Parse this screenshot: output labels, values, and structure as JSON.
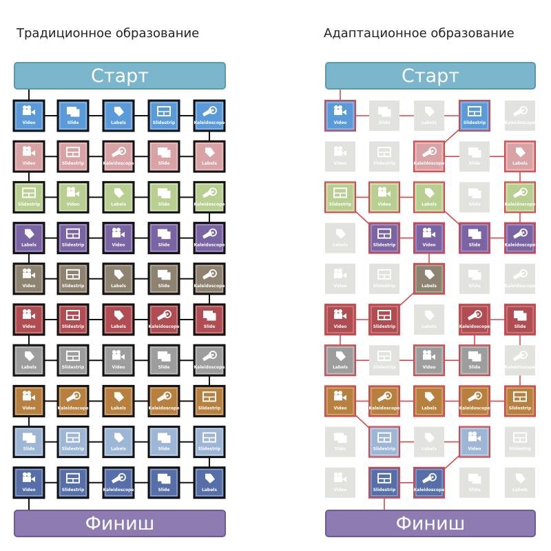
{
  "left_panel": {
    "title": "Традиционное образование",
    "start": "Старт",
    "finish": "Финиш"
  },
  "right_panel": {
    "title": "Адаптационное образование",
    "start": "Старт",
    "finish": "Финиш"
  },
  "icons": {
    "Video": "video-camera-icon",
    "Slide": "slide-icon",
    "Labels": "label-tag-icon",
    "Slidestrip": "slidestrip-icon",
    "Kaleidoscope": "kaleidoscope-icon"
  },
  "colors": {
    "rows": [
      "#5a9ad9",
      "#d9a3a6",
      "#b9cf92",
      "#7a64a3",
      "#8e8270",
      "#b04d52",
      "#9d9d9d",
      "#b8803e",
      "#9db6d6",
      "#566fa8"
    ],
    "faded_tile": "#e2e2de",
    "traditional_border": "#111111",
    "adaptive_border": "#d8474b",
    "start_bar": "#7bb6cc",
    "finish_bar": "#8e7bb2"
  },
  "traditional": {
    "rows": [
      [
        "Video",
        "Slide",
        "Labels",
        "Slidestrip",
        "Kaleidoscope"
      ],
      [
        "Video",
        "Slidestrip",
        "Kaleidoscope",
        "Slide",
        "Labels"
      ],
      [
        "Slidestrip",
        "Video",
        "Labels",
        "Slide",
        "Kaleidoscope"
      ],
      [
        "Labels",
        "Slidestrip",
        "Video",
        "Slide",
        "Kaleidoscope"
      ],
      [
        "Video",
        "Slidestrip",
        "Labels",
        "Slide",
        "Kaleidoscope"
      ],
      [
        "Video",
        "Slidestrip",
        "Labels",
        "Kaleidoscope",
        "Slide"
      ],
      [
        "Labels",
        "Slidestrip",
        "Video",
        "Slide",
        "Kaleidoscope"
      ],
      [
        "Video",
        "Kaleidoscope",
        "Labels",
        "Kaleidoscope",
        "Slidestrip"
      ],
      [
        "Slide",
        "Slidestrip",
        "Labels",
        "Slide",
        "Slidestrip"
      ],
      [
        "Video",
        "Slidestrip",
        "Kaleidoscope",
        "Slide",
        "Labels"
      ]
    ]
  },
  "adaptive": {
    "rows": [
      [
        "Video",
        "Slide",
        "Labels",
        "Slidestrip",
        "Kaleidoscope"
      ],
      [
        "Video",
        "Slidestrip",
        "Kaleidoscope",
        "Slide",
        "Labels"
      ],
      [
        "Slidestrip",
        "Video",
        "Labels",
        "Slide",
        "Kaleidoscope"
      ],
      [
        "Labels",
        "Slidestrip",
        "Video",
        "Slide",
        "Kaleidoscope"
      ],
      [
        "Video",
        "Slidestrip",
        "Labels",
        "Slide",
        "Kaleidoscope"
      ],
      [
        "Video",
        "Slidestrip",
        "Labels",
        "Kaleidoscope",
        "Slide"
      ],
      [
        "Labels",
        "Slidestrip",
        "Video",
        "Slide",
        "Kaleidoscope"
      ],
      [
        "Video",
        "Kaleidoscope",
        "Labels",
        "Kaleidoscope",
        "Slidestrip"
      ],
      [
        "Slide",
        "Slidestrip",
        "Labels",
        "Video",
        "Slidestrip"
      ],
      [
        "Video",
        "Slidestrip",
        "Kaleidoscope",
        "Slide",
        "Labels"
      ]
    ],
    "active": [
      [
        0,
        3
      ],
      [
        2,
        4
      ],
      [
        0,
        1,
        2,
        4
      ],
      [
        1,
        2,
        3,
        4
      ],
      [
        2
      ],
      [
        0,
        1,
        3,
        4
      ],
      [
        0,
        2,
        3
      ],
      [
        0,
        1,
        2,
        3,
        4
      ],
      [
        1,
        3
      ],
      [
        1,
        2
      ]
    ],
    "links": [
      [
        0,
        0,
        0,
        3
      ],
      [
        0,
        3,
        1,
        2
      ],
      [
        1,
        2,
        1,
        4
      ],
      [
        1,
        4,
        3,
        4
      ],
      [
        3,
        4,
        3,
        3
      ],
      [
        3,
        3,
        2,
        2
      ],
      [
        2,
        2,
        2,
        1
      ],
      [
        2,
        1,
        2,
        0
      ],
      [
        2,
        0,
        3,
        1
      ],
      [
        3,
        1,
        3,
        2
      ],
      [
        3,
        2,
        4,
        2
      ],
      [
        4,
        2,
        5,
        1
      ],
      [
        5,
        1,
        5,
        0
      ],
      [
        5,
        0,
        6,
        0
      ],
      [
        6,
        0,
        6,
        2
      ],
      [
        6,
        2,
        6,
        3
      ],
      [
        6,
        3,
        5,
        3
      ],
      [
        5,
        3,
        5,
        4
      ],
      [
        5,
        4,
        7,
        4
      ],
      [
        7,
        4,
        7,
        3
      ],
      [
        7,
        3,
        7,
        2
      ],
      [
        7,
        2,
        7,
        1
      ],
      [
        7,
        1,
        7,
        0
      ],
      [
        7,
        0,
        8,
        1
      ],
      [
        8,
        1,
        8,
        3
      ],
      [
        8,
        3,
        9,
        2
      ],
      [
        9,
        2,
        9,
        1
      ]
    ]
  }
}
